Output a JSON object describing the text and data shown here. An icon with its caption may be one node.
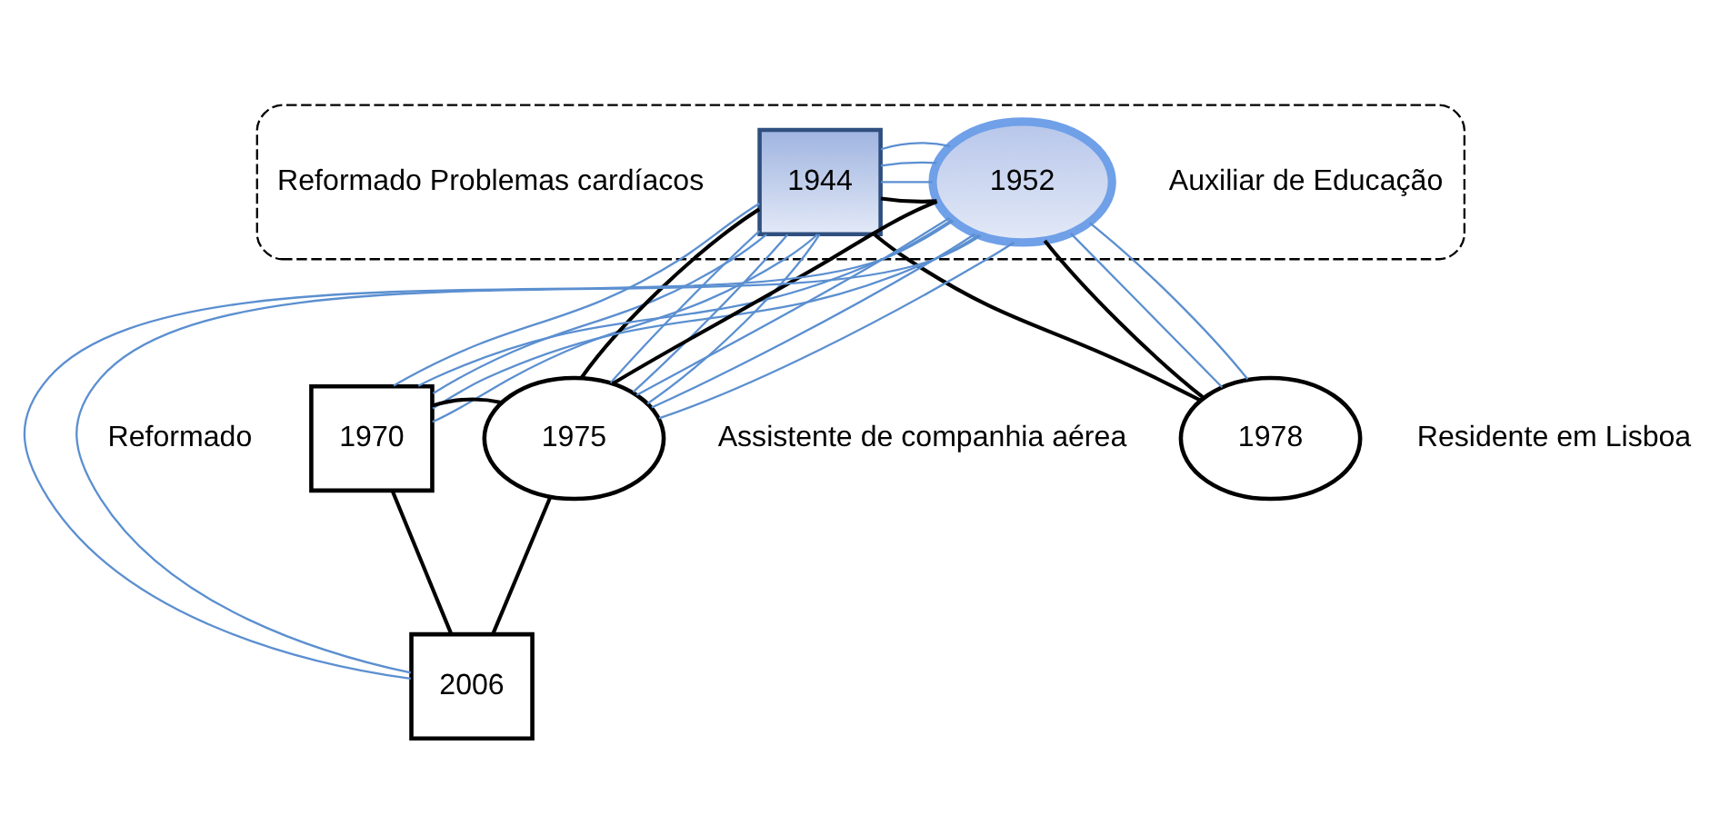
{
  "diagram": {
    "nodes": [
      {
        "text": [],
        "shape": "cloud"
      },
      {
        "text": [
          "1944"
        ],
        "in": 0,
        "beside": [
          "Reformado Problemas cardíacos"
        ]
      },
      {
        "text": [
          "1952"
        ],
        "in": 0,
        "beside": [
          "Auxiliar de Educação"
        ]
      },
      {
        "text": [
          "1970"
        ],
        "beside": [
          "Reformado"
        ]
      },
      {
        "text": [
          "1975"
        ],
        "beside": [
          "Assistente de companhia aérea"
        ]
      },
      {
        "text": [
          "1978"
        ],
        "beside": [
          "Residente em Lisboa"
        ]
      },
      {
        "text": [
          "2006"
        ]
      }
    ],
    "edges": [
      {
        "from": 1,
        "to": 2,
        "arrow": "none",
        "color": "#000000"
      },
      {
        "from": 1,
        "to": 4,
        "arrow": "none",
        "color": "#000000"
      },
      {
        "from": 2,
        "to": 4,
        "arrow": "none",
        "color": "#000000"
      },
      {
        "from": 1,
        "to": 5,
        "arrow": "none",
        "color": "#000000"
      },
      {
        "from": 2,
        "to": 5,
        "arrow": "none",
        "color": "#000000"
      },
      {
        "from": 3,
        "to": 4,
        "arrow": "none",
        "color": "#000000"
      },
      {
        "from": 3,
        "to": 6,
        "arrow": "none",
        "color": "#000000"
      },
      {
        "from": 4,
        "to": 6,
        "arrow": "none",
        "color": "#000000"
      },
      {
        "from": 1,
        "to": 2,
        "arrow": "none"
      },
      {
        "from": 1,
        "to": 2,
        "arrow": "none"
      },
      {
        "from": 1,
        "to": 2,
        "arrow": "none"
      },
      {
        "from": 1,
        "to": 3,
        "arrow": "none"
      },
      {
        "from": 1,
        "to": 3,
        "arrow": "none"
      },
      {
        "from": 1,
        "to": 3,
        "arrow": "none"
      },
      {
        "from": 1,
        "to": 4,
        "arrow": "none"
      },
      {
        "from": 1,
        "to": 4,
        "arrow": "none"
      },
      {
        "from": 1,
        "to": 4,
        "arrow": "none"
      },
      {
        "from": 2,
        "to": 3,
        "arrow": "none"
      },
      {
        "from": 2,
        "to": 3,
        "arrow": "none"
      },
      {
        "from": 2,
        "to": 4,
        "arrow": "none"
      },
      {
        "from": 2,
        "to": 4,
        "arrow": "none"
      },
      {
        "from": 2,
        "to": 4,
        "arrow": "none"
      },
      {
        "from": 2,
        "to": 5,
        "arrow": "none"
      },
      {
        "from": 2,
        "to": 5,
        "arrow": "none"
      },
      {
        "from": 2,
        "to": 6,
        "arrow": "none"
      },
      {
        "from": 2,
        "to": 6,
        "arrow": "none"
      }
    ]
  }
}
